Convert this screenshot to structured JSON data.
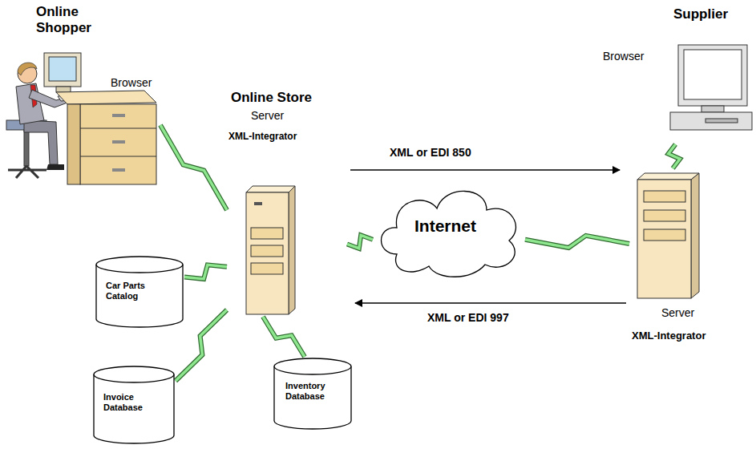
{
  "diagram": {
    "nodes": [
      {
        "text": [
          "Online Shopper",
          "Browser"
        ]
      },
      {
        "text": [
          "Online Store",
          "Server",
          "XML-Integrator"
        ]
      },
      {
        "text": [
          "Car Parts Catalog"
        ]
      },
      {
        "text": [
          "Invoice Database"
        ]
      },
      {
        "text": [
          "Inventory Database"
        ]
      },
      {
        "text": [
          "Internet"
        ]
      },
      {
        "text": [
          "Server",
          "XML-Integrator"
        ]
      },
      {
        "text": [
          "Supplier",
          "Browser"
        ]
      }
    ],
    "edges": [
      {
        "from": 0,
        "to": 1,
        "arrow": "none"
      },
      {
        "from": 1,
        "to": 2,
        "arrow": "none"
      },
      {
        "from": 1,
        "to": 3,
        "arrow": "none"
      },
      {
        "from": 1,
        "to": 4,
        "arrow": "none"
      },
      {
        "from": 1,
        "to": 5,
        "arrow": "none"
      },
      {
        "from": 5,
        "to": 6,
        "arrow": "none"
      },
      {
        "from": 6,
        "to": 7,
        "arrow": "none"
      },
      {
        "from": 1,
        "to": 6,
        "label": "XML or EDI 850",
        "arrow": "to"
      },
      {
        "from": 6,
        "to": 1,
        "label": "XML or EDI 997",
        "arrow": "to"
      }
    ]
  }
}
